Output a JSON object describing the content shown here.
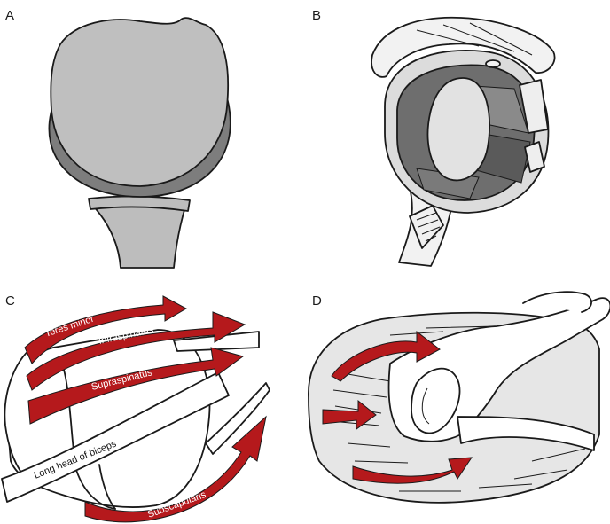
{
  "panels": [
    {
      "letter": "A"
    },
    {
      "letter": "B"
    },
    {
      "letter": "C",
      "labels": {
        "teres_minor": "Teres minor",
        "infraspinatus": "Infraspinatus",
        "supraspinatus": "Supraspinatus",
        "biceps": "Long head of biceps",
        "subscapularis": "Subscapularis"
      }
    },
    {
      "letter": "D"
    }
  ],
  "colors": {
    "muscle_red": "#b5191c",
    "bone_gray": "#bfbfbf",
    "cartilage_dark": "#7a7a7a",
    "muscle_gray": "#6e6e6e",
    "light_gray": "#e6e6e6",
    "outline": "#1a1a1a"
  }
}
